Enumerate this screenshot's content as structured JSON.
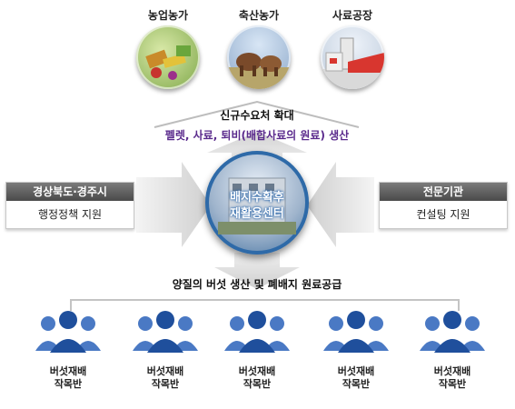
{
  "top_sources": [
    {
      "label": "농업농가",
      "icon": "farm-produce-icon"
    },
    {
      "label": "축산농가",
      "icon": "cattle-icon"
    },
    {
      "label": "사료공장",
      "icon": "feed-factory-icon"
    }
  ],
  "expansion": {
    "title": "신규수요처 확대",
    "products": "펠렛, 사료, 퇴비(배합사료의 원료) 생산"
  },
  "center": {
    "line1": "배지수확후",
    "line2": "재활용센터"
  },
  "left_box": {
    "title": "경상북도·경주시",
    "body": "행정정책 지원"
  },
  "right_box": {
    "title": "전문기관",
    "body": "컨설팅 지원"
  },
  "supply": {
    "label": "양질의 버섯 생산 및 폐배지 원료공급"
  },
  "groups": [
    {
      "line1": "버섯재배",
      "line2": "작목반"
    },
    {
      "line1": "버섯재배",
      "line2": "작목반"
    },
    {
      "line1": "버섯재배",
      "line2": "작목반"
    },
    {
      "line1": "버섯재배",
      "line2": "작목반"
    },
    {
      "line1": "버섯재배",
      "line2": "작목반"
    }
  ],
  "colors": {
    "accent_purple": "#5a2a8c",
    "center_blue": "#1f5fa8",
    "box_header": "#555555",
    "people_blue": "#2a5dab"
  }
}
